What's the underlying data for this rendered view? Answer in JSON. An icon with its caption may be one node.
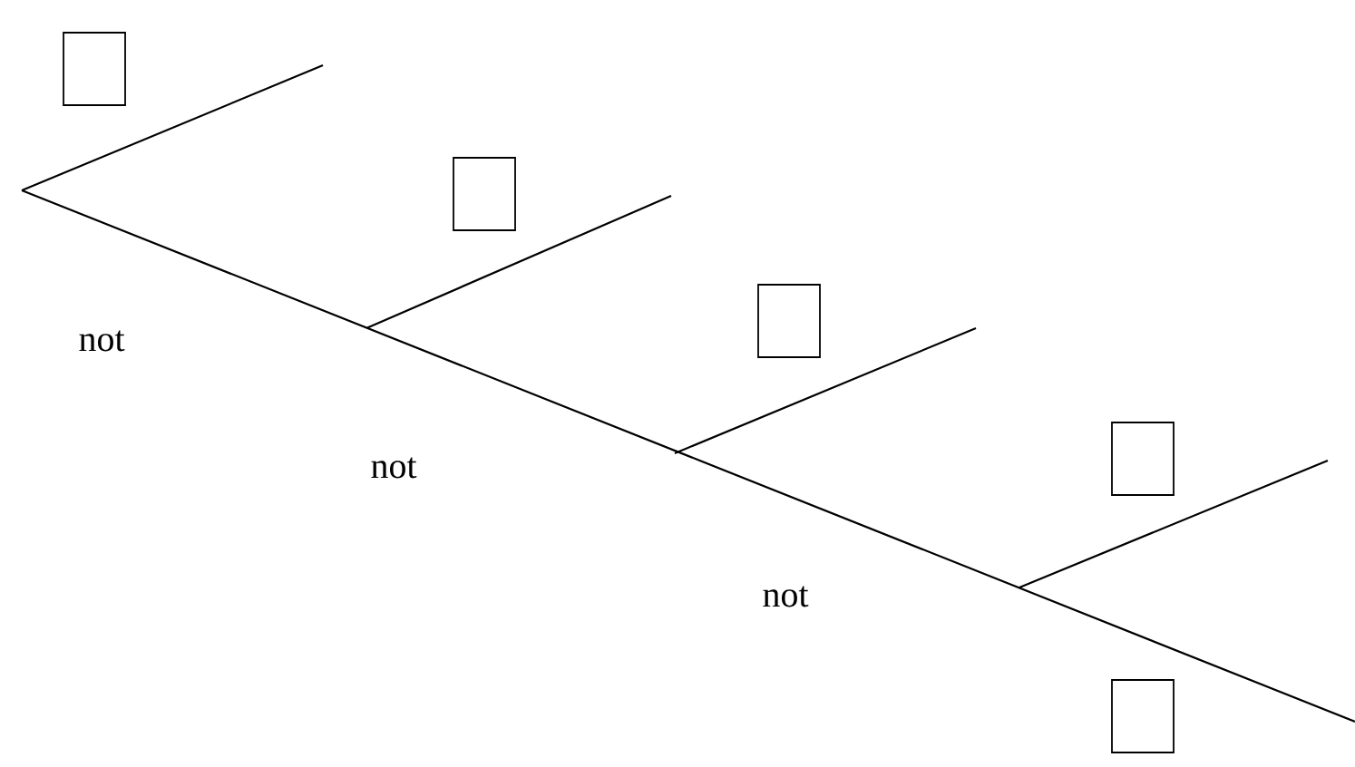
{
  "diagram": {
    "nodes": [
      {
        "text": [],
        "shape": "box"
      },
      {
        "text": [],
        "shape": "box"
      },
      {
        "text": [],
        "shape": "box"
      },
      {
        "text": [],
        "shape": "box"
      },
      {
        "text": [],
        "shape": "box"
      }
    ],
    "labels": [
      "not",
      "not",
      "not"
    ]
  }
}
